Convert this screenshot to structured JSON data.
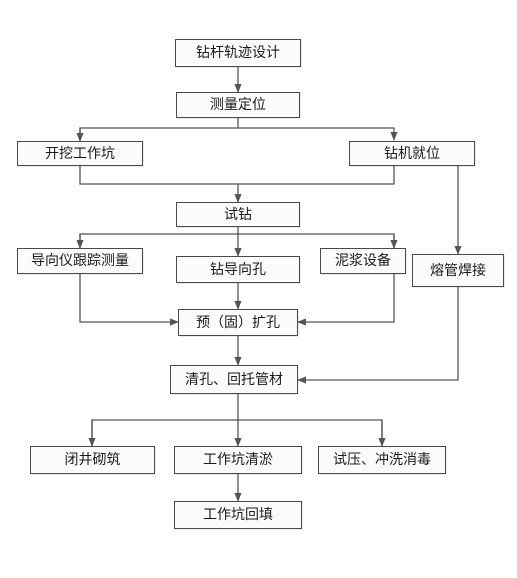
{
  "flowchart": {
    "nodes": {
      "design": "钻杆轨迹设计",
      "survey": "测量定位",
      "excavate": "开挖工作坑",
      "rig": "钻机就位",
      "trial": "试钻",
      "guide_tracking": "导向仪跟踪测量",
      "pilot_hole": "钻导向孔",
      "mud": "泥浆设备",
      "fusion": "熔管焊接",
      "ream": "预（固）扩孔",
      "clean_pullback": "清孔、回托管材",
      "well": "闭井砌筑",
      "pit_clean": "工作坑清淤",
      "pressure": "试压、冲洗消毒",
      "backfill": "工作坑回填"
    }
  },
  "colors": {
    "line": "#555555",
    "border": "#4a4a4a"
  }
}
